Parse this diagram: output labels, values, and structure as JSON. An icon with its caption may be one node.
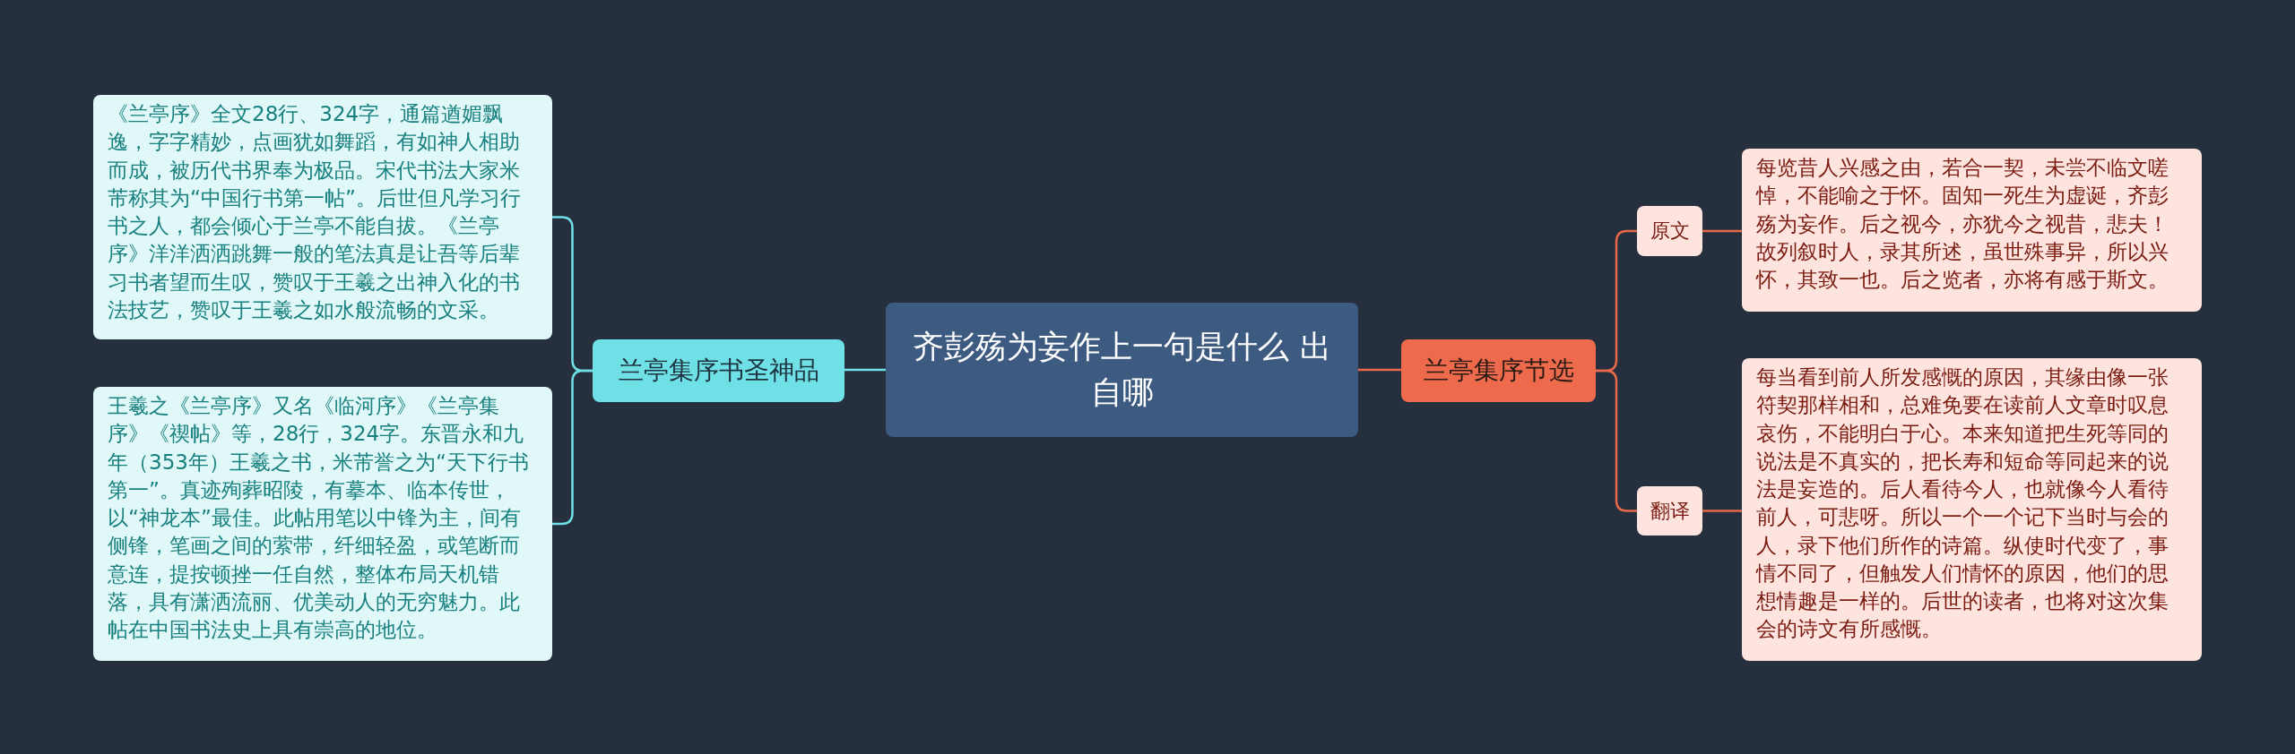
{
  "diagram": {
    "nodes": [
      {
        "text": [
          "齐彭殇为妄作上一句是什么 出自哪"
        ]
      },
      {
        "text": [
          "兰亭集序书圣神品"
        ]
      },
      {
        "text": [
          "《兰亭序》全文28行、324字，通篇遒媚飘逸，字字精妙，点画犹如舞蹈，有如神人相助而成，被历代书界奉为极品。宋代书法大家米芾称其为“中国行书第一帖”。后世但凡学习行书之人，都会倾心于兰亭不能自拔。《兰亭序》洋洋洒洒跳舞一般的笔法真是让吾等后辈习书者望而生叹，赞叹于王羲之出神入化的书法技艺，赞叹于王羲之如水般流畅的文采。"
        ]
      },
      {
        "text": [
          "王羲之《兰亭序》又名《临河序》《兰亭集序》《禊帖》等，28行，324字。东晋永和九年（353年）王羲之书，米芾誉之为“天下行书第一”。真迹殉葬昭陵，有摹本、临本传世，以“神龙本”最佳。此帖用笔以中锋为主，间有侧锋，笔画之间的萦带，纤细轻盈，或笔断而意连，提按顿挫一任自然，整体布局天机错落，具有潇洒流丽、优美动人的无穷魅力。此帖在中国书法史上具有崇高的地位。"
        ]
      },
      {
        "text": [
          "兰亭集序节选"
        ]
      },
      {
        "text": [
          "原文"
        ]
      },
      {
        "text": [
          "每览昔人兴感之由，若合一契，未尝不临文嗟悼，不能喻之于怀。固知一死生为虚诞，齐彭殇为妄作。后之视今，亦犹今之视昔，悲夫！故列叙时人，录其所述，虽世殊事异，所以兴怀，其致一也。后之览者，亦将有感于斯文。"
        ]
      },
      {
        "text": [
          "翻译"
        ]
      },
      {
        "text": [
          "每当看到前人所发感慨的原因，其缘由像一张符契那样相和，总难免要在读前人文章时叹息哀伤，不能明白于心。本来知道把生死等同的说法是不真实的，把长寿和短命等同起来的说法是妄造的。后人看待今人，也就像今人看待前人，可悲呀。所以一个一个记下当时与会的人，录下他们所作的诗篇。纵使时代变了，事情不同了，但触发人们情怀的原因，他们的思想情趣是一样的。后世的读者，也将对这次集会的诗文有所感慨。"
        ]
      }
    ],
    "edges": [
      {
        "from": 0,
        "to": 1,
        "arrow": "none",
        "color": "#6fe0e6"
      },
      {
        "from": 1,
        "to": 2,
        "arrow": "none",
        "color": "#6fe0e6"
      },
      {
        "from": 1,
        "to": 3,
        "arrow": "none",
        "color": "#6fe0e6"
      },
      {
        "from": 0,
        "to": 4,
        "arrow": "none"
      },
      {
        "from": 4,
        "to": 5,
        "arrow": "none"
      },
      {
        "from": 4,
        "to": 7,
        "arrow": "none"
      },
      {
        "from": 5,
        "to": 6,
        "arrow": "none"
      },
      {
        "from": 7,
        "to": 8,
        "arrow": "none"
      }
    ]
  }
}
